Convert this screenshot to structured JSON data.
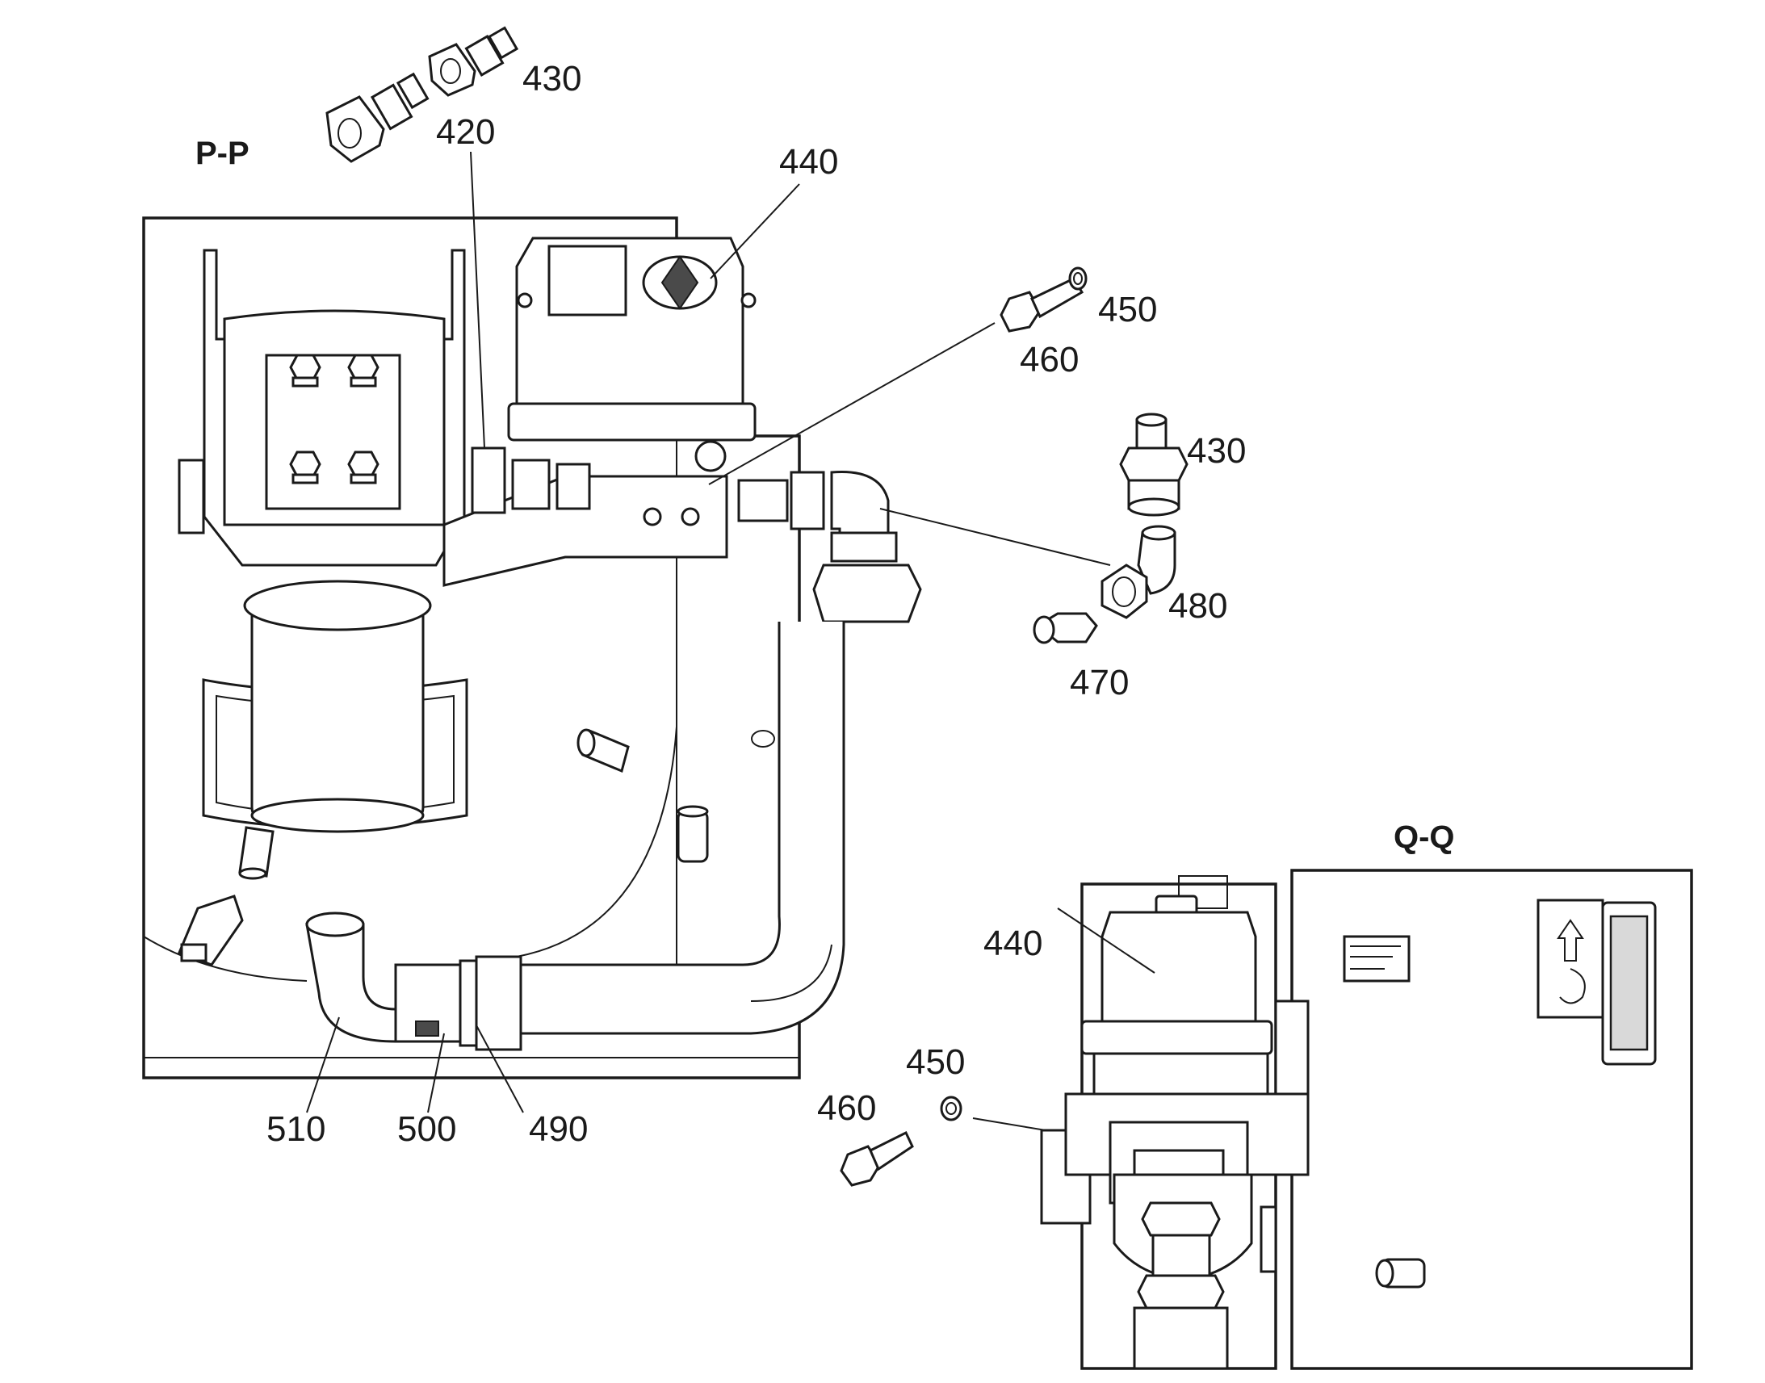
{
  "views": {
    "pp": {
      "title": "P-P"
    },
    "qq": {
      "title": "Q-Q"
    }
  },
  "callouts": {
    "c430_top": "430",
    "c420": "420",
    "c440_pp": "440",
    "c450_pp": "450",
    "c460_pp": "460",
    "c430_mid": "430",
    "c480": "480",
    "c470": "470",
    "c510": "510",
    "c500": "500",
    "c490": "490",
    "c440_qq": "440",
    "c450_qq": "450",
    "c460_qq": "460"
  }
}
